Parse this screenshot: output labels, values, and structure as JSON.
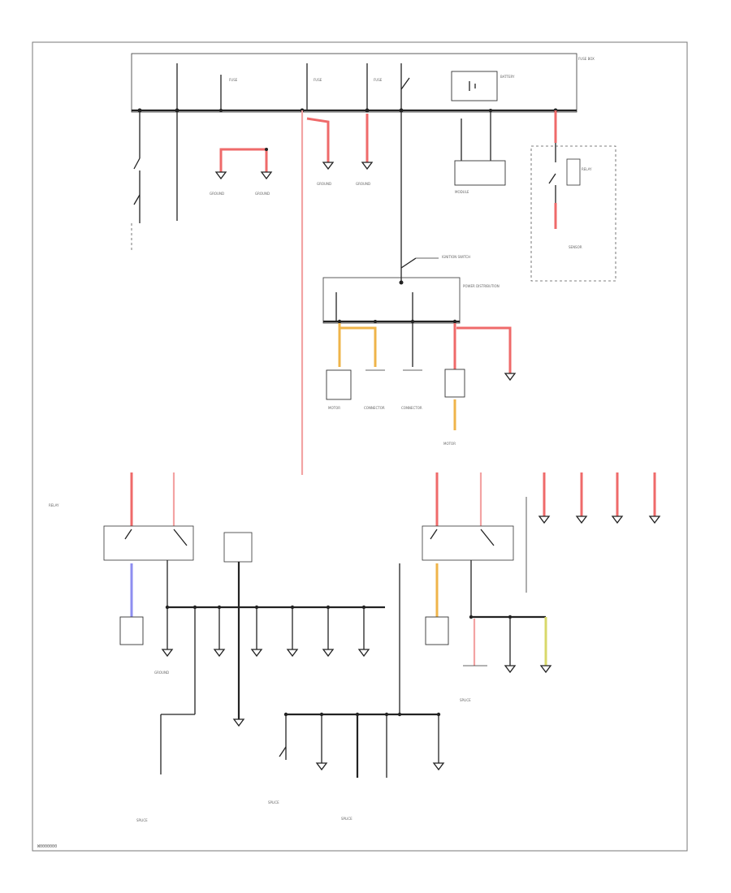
{
  "diagram": {
    "title": "",
    "code": "W0000000",
    "component_labels": [
      "FUSE BOX",
      "FUSE",
      "FUSE",
      "FUSE",
      "BATTERY",
      "IGNITION SWITCH",
      "POWER DISTRIBUTION",
      "GROUND",
      "GROUND",
      "GROUND",
      "GROUND",
      "GROUND",
      "RELAY",
      "RELAY",
      "MODULE",
      "SENSOR",
      "MOTOR",
      "MOTOR",
      "CONNECTOR",
      "CONNECTOR",
      "SPLICE",
      "SPLICE",
      "SPLICE",
      "SPLICE"
    ],
    "wire_colors": {
      "red": "#ef6a6a",
      "pink": "#f3a3a3",
      "orange": "#efb44a",
      "blue": "#8e8ef0",
      "yellow": "#d8d86a",
      "black": "#222222"
    }
  }
}
